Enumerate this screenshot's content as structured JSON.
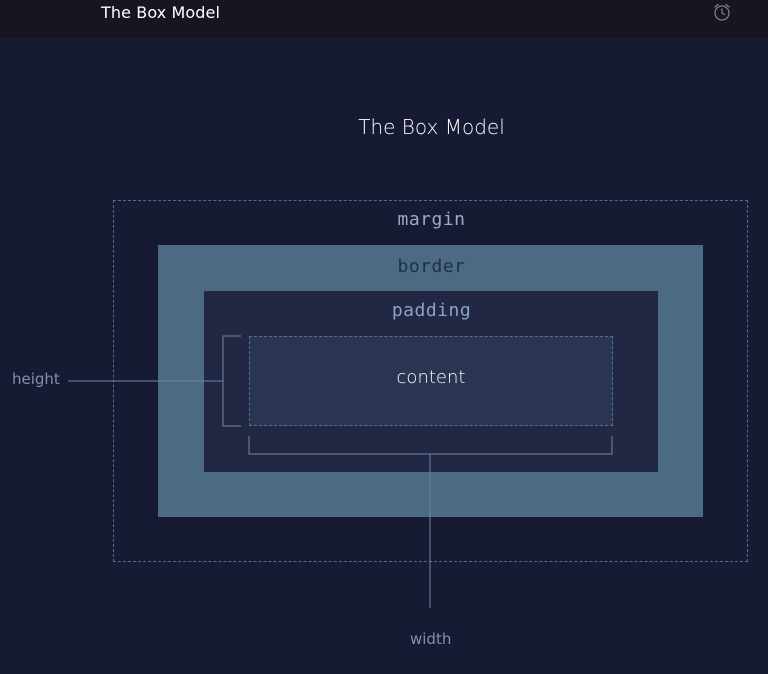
{
  "app": {
    "title": "The Box Model",
    "alarm_icon": "alarm-clock-icon"
  },
  "diagram": {
    "title": "The Box Model",
    "layers": {
      "margin": "margin",
      "border": "border",
      "padding": "padding",
      "content": "content"
    },
    "dimensions": {
      "height": "height",
      "width": "width"
    }
  },
  "colors": {
    "background": "#161a33",
    "topbar": "#15161f",
    "border_fill": "#4c6b82",
    "padding_fill": "#222843",
    "content_fill": "#2a3651",
    "guide_line": "#5a7090"
  }
}
